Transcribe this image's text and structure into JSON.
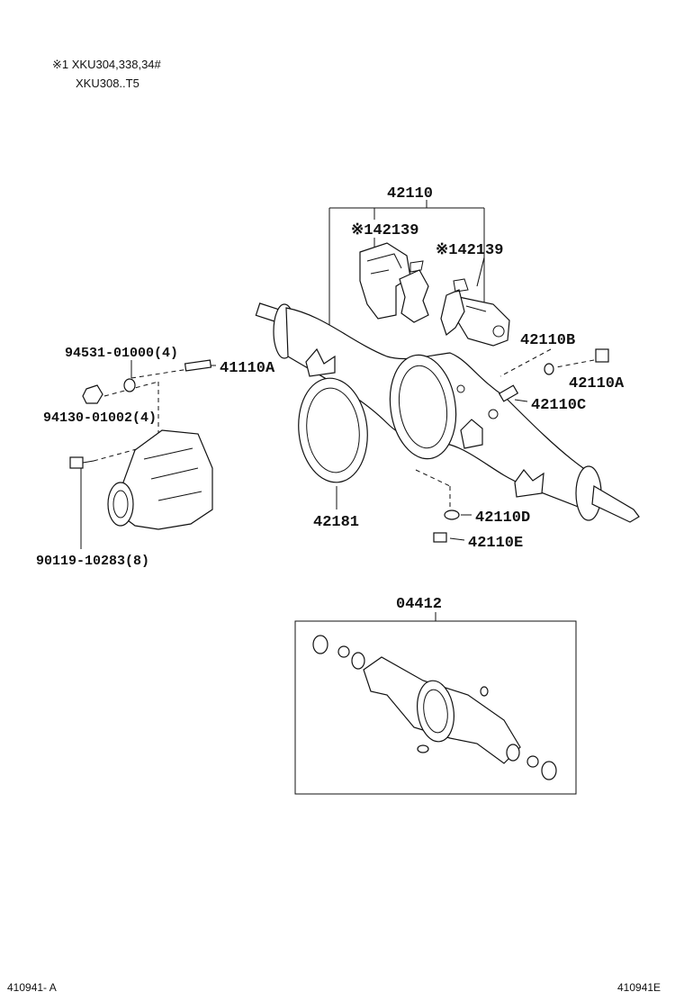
{
  "notes": {
    "line1": "※1 XKU304,338,34#",
    "line2": "XKU308..T5"
  },
  "labels": {
    "p42110": "42110",
    "p42139_a": "※142139",
    "p42139_b": "※142139",
    "p42110B": "42110B",
    "p42110A_r": "42110A",
    "p42110C": "42110C",
    "p94531": "94531-01000(4)",
    "p41110A": "41110A",
    "p94130": "94130-01002(4)",
    "p42181": "42181",
    "p42110D": "42110D",
    "p42110E": "42110E",
    "p90119": "90119-10283(8)",
    "p04412": "04412"
  },
  "footer": {
    "left": "410941- A",
    "right": "410941E"
  }
}
